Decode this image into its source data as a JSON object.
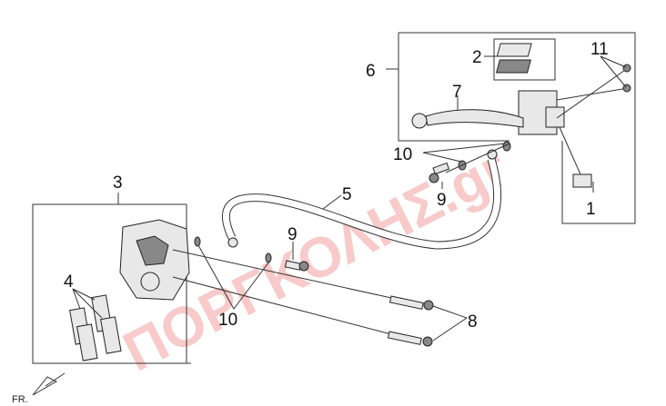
{
  "diagram": {
    "callouts": [
      "1",
      "2",
      "3",
      "4",
      "5",
      "6",
      "7",
      "8",
      "9",
      "9",
      "10",
      "10",
      "11"
    ],
    "direction_label": "FR.",
    "watermark": "ΠΟΡΓΚΟΛΗΣ.gr"
  }
}
